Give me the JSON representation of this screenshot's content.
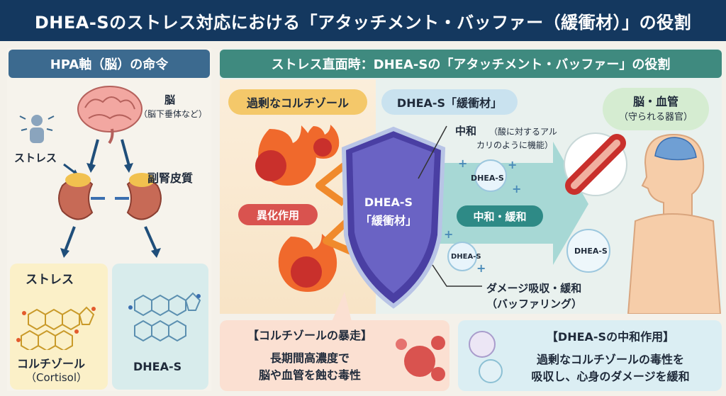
{
  "title": "DHEA-Sのストレス対応における「アタッチメント・バッファー（緩衝材）」の役割",
  "left": {
    "header": "HPA軸（脳）の命令",
    "brain_label": "脳",
    "brain_sub": "（脳下垂体など）",
    "stress_label": "ストレス",
    "adrenal_label": "副腎皮質",
    "box1_title": "ストレス",
    "box1_name": "コルチゾール",
    "box1_sub": "（Cortisol）",
    "box2_name": "DHEA-S"
  },
  "main": {
    "header": "ストレス直面時：DHEA-Sの「アタッチメント・バッファー」の役割",
    "excess_cortisol": "過剰なコルチゾール",
    "buffer_title": "DHEA-S「緩衝材」",
    "organs_title": "脳・血管",
    "organs_sub": "（守られる器官）",
    "neutral_title": "中和",
    "neutral_desc1": "（酸に対するアル",
    "neutral_desc2": "カリのように機能）",
    "catabolic": "異化作用",
    "shield_line1": "DHEA-S",
    "shield_line2": "「緩衝材」",
    "arrow_label": "中和・緩和",
    "molecule": "DHEA-S",
    "damage1": "ダメージ吸収・緩和",
    "damage2": "（バッファリング）"
  },
  "bottom_left": {
    "title": "【コルチゾールの暴走】",
    "line1": "長期間高濃度で",
    "line2": "脳や血管を蝕む毒性"
  },
  "bottom_right": {
    "title": "【DHEA-Sの中和作用】",
    "line1": "過剰なコルチゾールの毒性を",
    "line2": "吸収し、心身のダメージを緩和"
  },
  "colors": {
    "title_bg": "#14385f",
    "left_header": "#3c6a8f",
    "main_header": "#3f8a7f",
    "accent_orange": "#f08a2c",
    "catabolic_red": "#d9534f",
    "shield_purple": "#5b4fb0",
    "teal_arrow": "#7cc4c4"
  }
}
